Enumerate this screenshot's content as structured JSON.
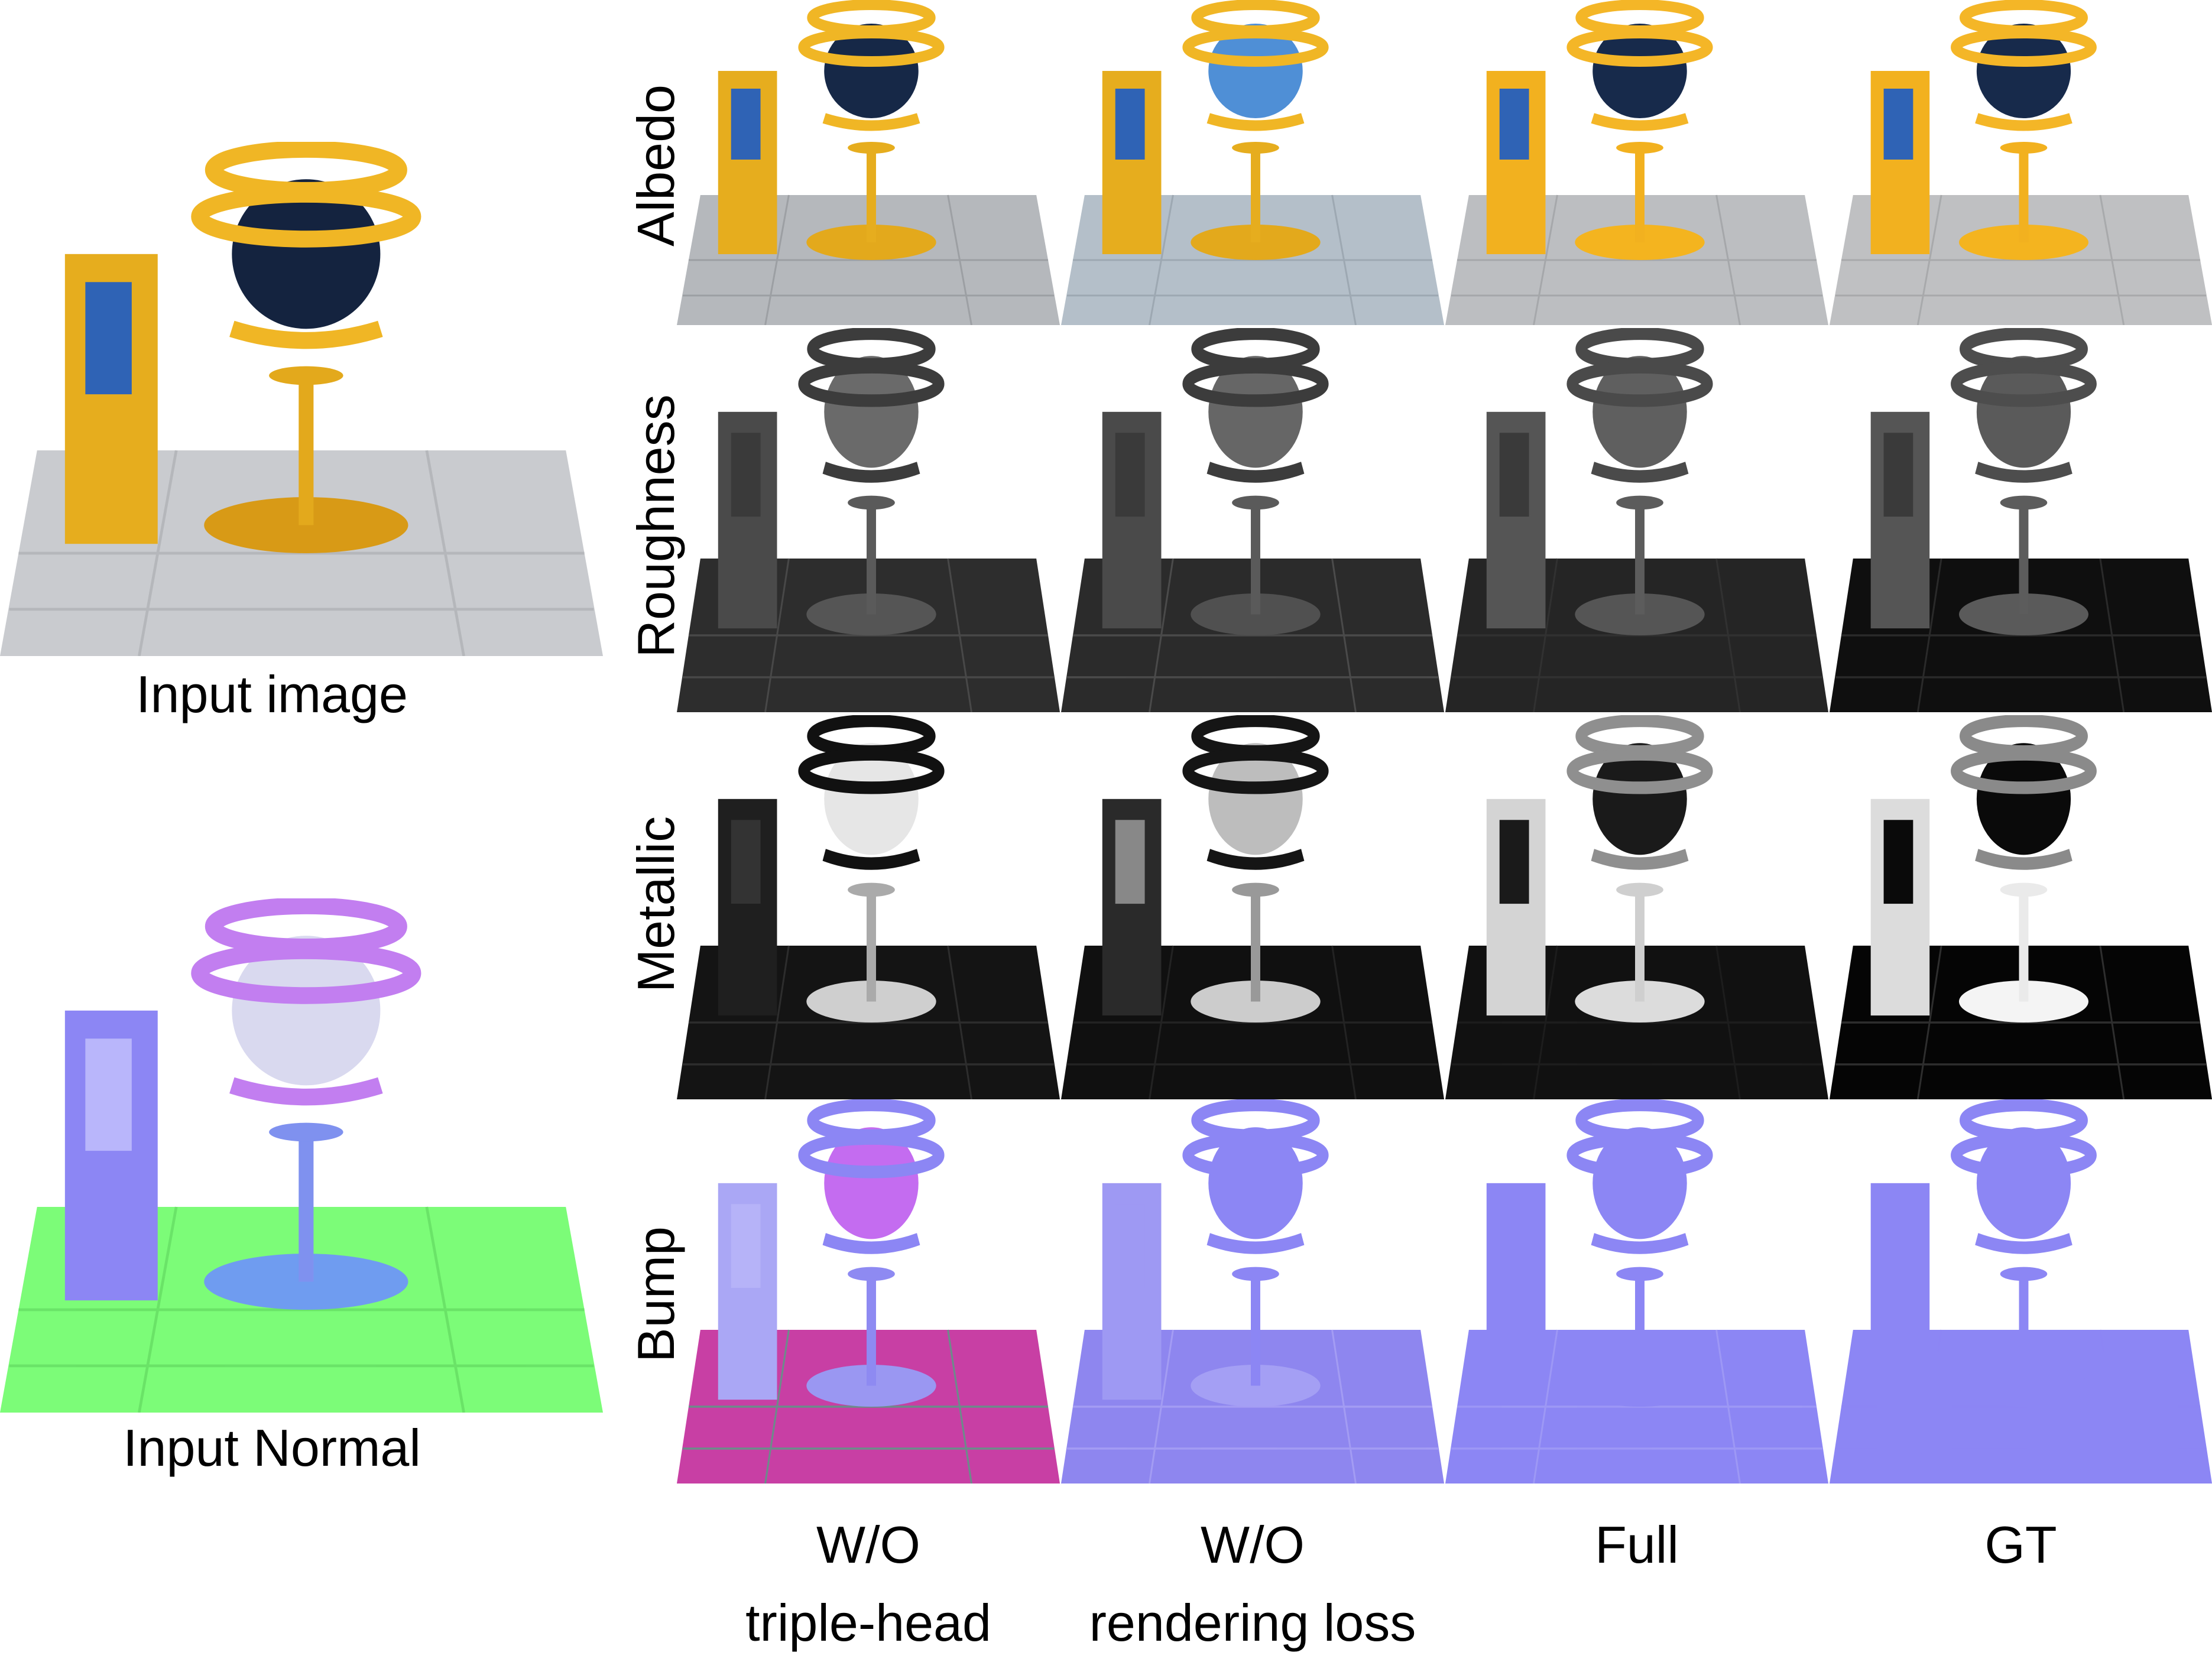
{
  "input": {
    "image_caption": "Input image",
    "normal_caption": "Input Normal"
  },
  "rows": [
    {
      "label": "Albedo"
    },
    {
      "label": "Roughness"
    },
    {
      "label": "Metallic"
    },
    {
      "label": "Bump"
    }
  ],
  "columns": [
    {
      "line1": "W/O",
      "line2": "triple-head"
    },
    {
      "line1": "W/O",
      "line2": "rendering loss"
    },
    {
      "line1": "Full",
      "line2": ""
    },
    {
      "line1": "GT",
      "line2": ""
    }
  ],
  "colors": {
    "gold": "#e6ad1e",
    "floor_albedo": "#bfc2c6",
    "normal_floor": "#7cfc78",
    "normal_blue": "#8c86f4"
  }
}
